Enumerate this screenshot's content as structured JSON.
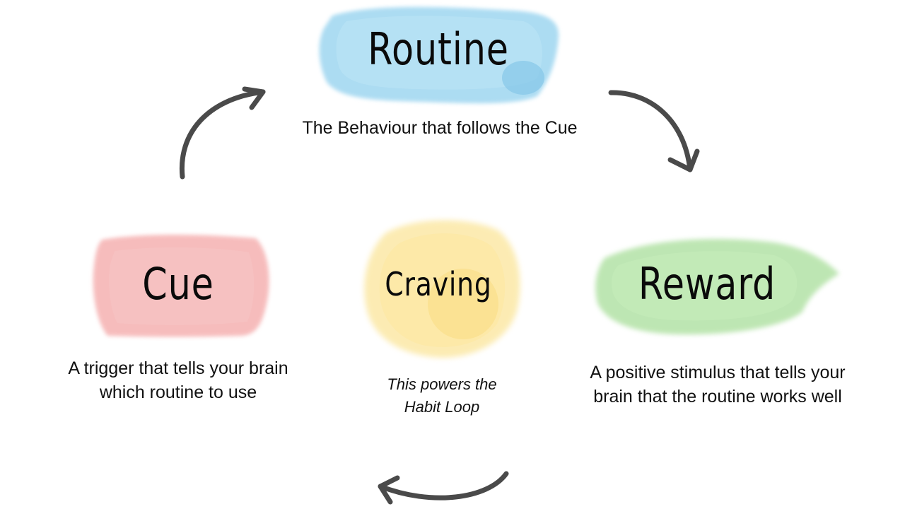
{
  "nodes": {
    "routine": {
      "title": "Routine",
      "description": "The Behaviour that follows the Cue",
      "color": "#8fd0ee"
    },
    "reward": {
      "title": "Reward",
      "description_line1": "A positive stimulus that tells your",
      "description_line2": "brain that the routine works well",
      "color": "#a8dc9c"
    },
    "cue": {
      "title": "Cue",
      "description_line1": "A trigger that tells your brain",
      "description_line2": "which routine to use",
      "color": "#f3a8a8"
    },
    "craving": {
      "title": "Craving",
      "description_line1": "This powers the",
      "description_line2": "Habit Loop",
      "color": "#fbe27a"
    }
  },
  "arrow_color": "#4a4a4a",
  "arrow_icon": "curved-arrow-icon"
}
